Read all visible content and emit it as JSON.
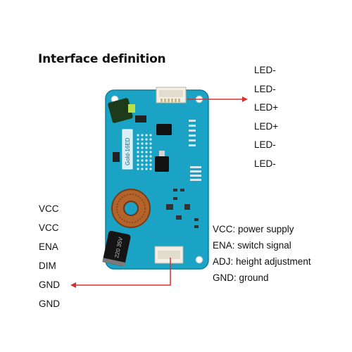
{
  "title": "Interface definition",
  "output_pins": [
    "LED-",
    "LED-",
    "LED+",
    "LED+",
    "LED-",
    "LED-"
  ],
  "input_pins": [
    "VCC",
    "VCC",
    "ENA",
    "DIM",
    "GND",
    "GND"
  ],
  "descriptions": [
    "VCC: power supply",
    "ENA: switch signal",
    "ADJ: height adjustment",
    "GND: ground"
  ],
  "board": {
    "model_text": "Gold-16ED",
    "capacitor_text": "220 35V",
    "pcb_color": "#1aa3c4",
    "arrow_color": "#d63131"
  }
}
